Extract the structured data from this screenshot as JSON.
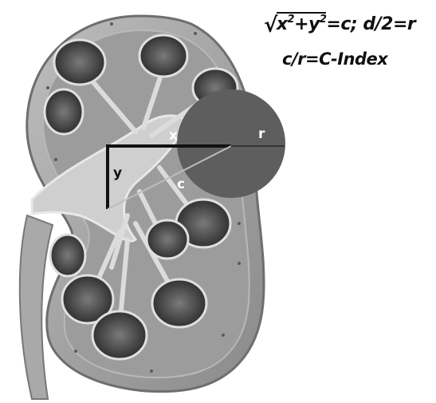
{
  "formula": {
    "line1": {
      "radical": "√",
      "x": "x",
      "x_exp": "2",
      "plus": "+",
      "y": "y",
      "y_exp": "2",
      "rest": "=c; d/2=r"
    },
    "line2": "c/r=C-Index"
  },
  "labels": {
    "x": "x",
    "y": "y",
    "c": "c",
    "r": "r"
  },
  "colors": {
    "circle": "#5e5e5e",
    "kidney_outer": "#8c8c8c",
    "kidney_cortex": "#a8a8a8",
    "pelvis": "#c9c9c9",
    "calyx": "#3a3a3a",
    "lines": "#111111"
  },
  "icons": {
    "kidney": "kidney-cross-section-illustration"
  }
}
